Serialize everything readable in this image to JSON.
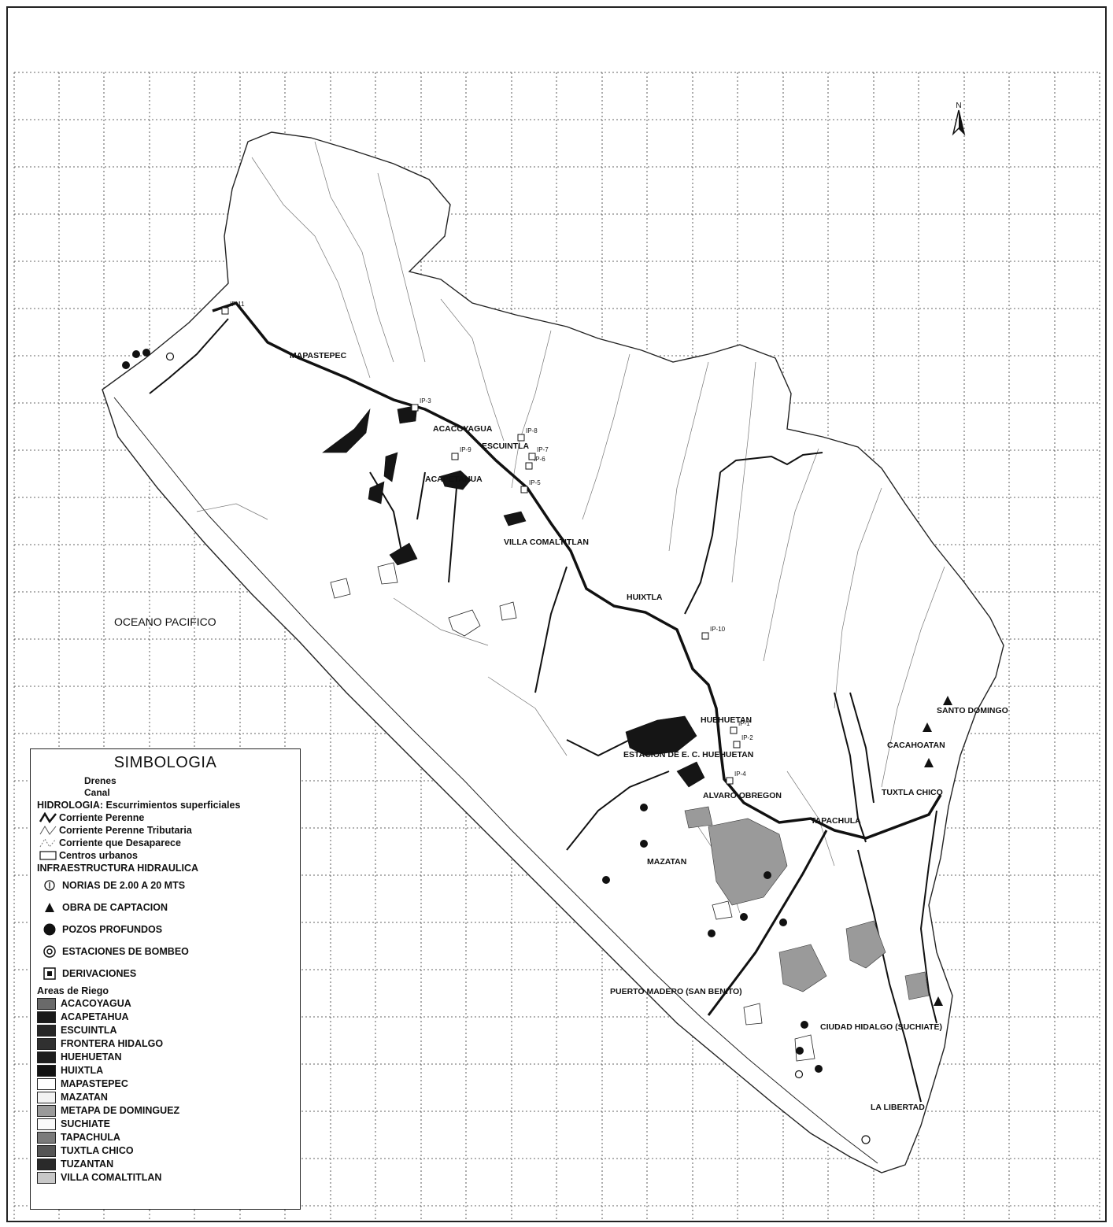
{
  "map": {
    "north_label": "N",
    "ocean_label": "OCEANO PACIFICO",
    "places": [
      {
        "id": "mapastepec",
        "label": "MAPASTEPEC"
      },
      {
        "id": "acacoyagua",
        "label": "ACACOYAGUA"
      },
      {
        "id": "escuintla",
        "label": "ESCUINTLA"
      },
      {
        "id": "acapetahua",
        "label": "ACAPETAHUA"
      },
      {
        "id": "villa-comaltitlan",
        "label": "VILLA COMALTITLAN"
      },
      {
        "id": "huixtla",
        "label": "HUIXTLA"
      },
      {
        "id": "huehuetan",
        "label": "HUEHUETAN"
      },
      {
        "id": "estacion-huehuetan",
        "label": "ESTACION DE E. C. HUEHUETAN"
      },
      {
        "id": "alvaro-obregon",
        "label": "ALVARO OBREGON"
      },
      {
        "id": "mazatan",
        "label": "MAZATAN"
      },
      {
        "id": "tapachula",
        "label": "TAPACHULA"
      },
      {
        "id": "santo-domingo",
        "label": "SANTO DOMINGO"
      },
      {
        "id": "cacahoatan",
        "label": "CACAHOATAN"
      },
      {
        "id": "tuxtla-chico",
        "label": "TUXTLA CHICO"
      },
      {
        "id": "puerto-madero",
        "label": "PUERTO MADERO (SAN BENITO)"
      },
      {
        "id": "ciudad-hidalgo",
        "label": "CIUDAD HIDALGO (SUCHIATE)"
      },
      {
        "id": "la-libertad",
        "label": "LA LIBERTAD"
      }
    ],
    "derivations": [
      "IP-1",
      "IP-2",
      "IP-3",
      "IP-4",
      "IP-5",
      "IP-6",
      "IP-7",
      "IP-8",
      "IP-9",
      "IP-10",
      "IP-11"
    ]
  },
  "legend": {
    "title": "SIMBOLOGIA",
    "lines": [
      {
        "id": "drenes",
        "label": "Drenes"
      },
      {
        "id": "canal",
        "label": "Canal"
      }
    ],
    "hydro_header": "HIDROLOGIA: Escurrimientos superficiales",
    "hydro": [
      {
        "id": "perenne",
        "label": "Corriente Perenne"
      },
      {
        "id": "tributaria",
        "label": "Corriente Perenne Tributaria"
      },
      {
        "id": "desaparece",
        "label": "Corriente que Desaparece"
      },
      {
        "id": "urbanos",
        "label": "Centros urbanos"
      }
    ],
    "infra_header": "INFRAESTRUCTURA HIDRAULICA",
    "infra": [
      {
        "id": "norias",
        "label": "NORIAS DE 2.00 A 20 MTS"
      },
      {
        "id": "captacion",
        "label": "OBRA DE CAPTACION"
      },
      {
        "id": "pozos",
        "label": "POZOS PROFUNDOS"
      },
      {
        "id": "bombeo",
        "label": "ESTACIONES DE BOMBEO"
      },
      {
        "id": "derivaciones",
        "label": "DERIVACIONES"
      }
    ],
    "areas_header": "Areas de Riego",
    "areas": [
      {
        "label": "ACACOYAGUA",
        "color": "#6a6a6a"
      },
      {
        "label": "ACAPETAHUA",
        "color": "#1a1a1a"
      },
      {
        "label": "ESCUINTLA",
        "color": "#262626"
      },
      {
        "label": "FRONTERA HIDALGO",
        "color": "#303030"
      },
      {
        "label": "HUEHUETAN",
        "color": "#1e1e1e"
      },
      {
        "label": "HUIXTLA",
        "color": "#121212"
      },
      {
        "label": "MAPASTEPEC",
        "color": "#ffffff"
      },
      {
        "label": "MAZATAN",
        "color": "#f2f2f2"
      },
      {
        "label": "METAPA DE DOMINGUEZ",
        "color": "#9a9a9a"
      },
      {
        "label": "SUCHIATE",
        "color": "#fafafa"
      },
      {
        "label": "TAPACHULA",
        "color": "#7a7a7a"
      },
      {
        "label": "TUXTLA CHICO",
        "color": "#555555"
      },
      {
        "label": "TUZANTAN",
        "color": "#2a2a2a"
      },
      {
        "label": "VILLA COMALTITLAN",
        "color": "#c8c8c8"
      }
    ]
  }
}
